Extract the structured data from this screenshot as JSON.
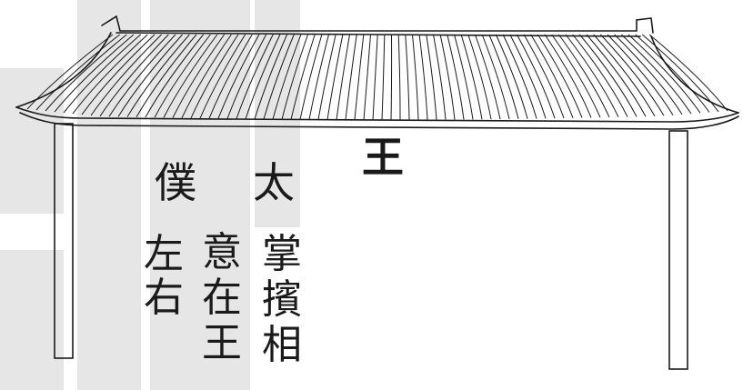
{
  "title_label": "王",
  "caption_row": [
    "僕",
    "太"
  ],
  "columns": [
    [
      "掌",
      "擯",
      "相"
    ],
    [
      "意",
      "在",
      "王"
    ],
    [
      "左",
      "右"
    ]
  ],
  "colors": {
    "ink": "#1a1a1a",
    "watermark": "#e6e6e6",
    "paper": "#ffffff"
  }
}
